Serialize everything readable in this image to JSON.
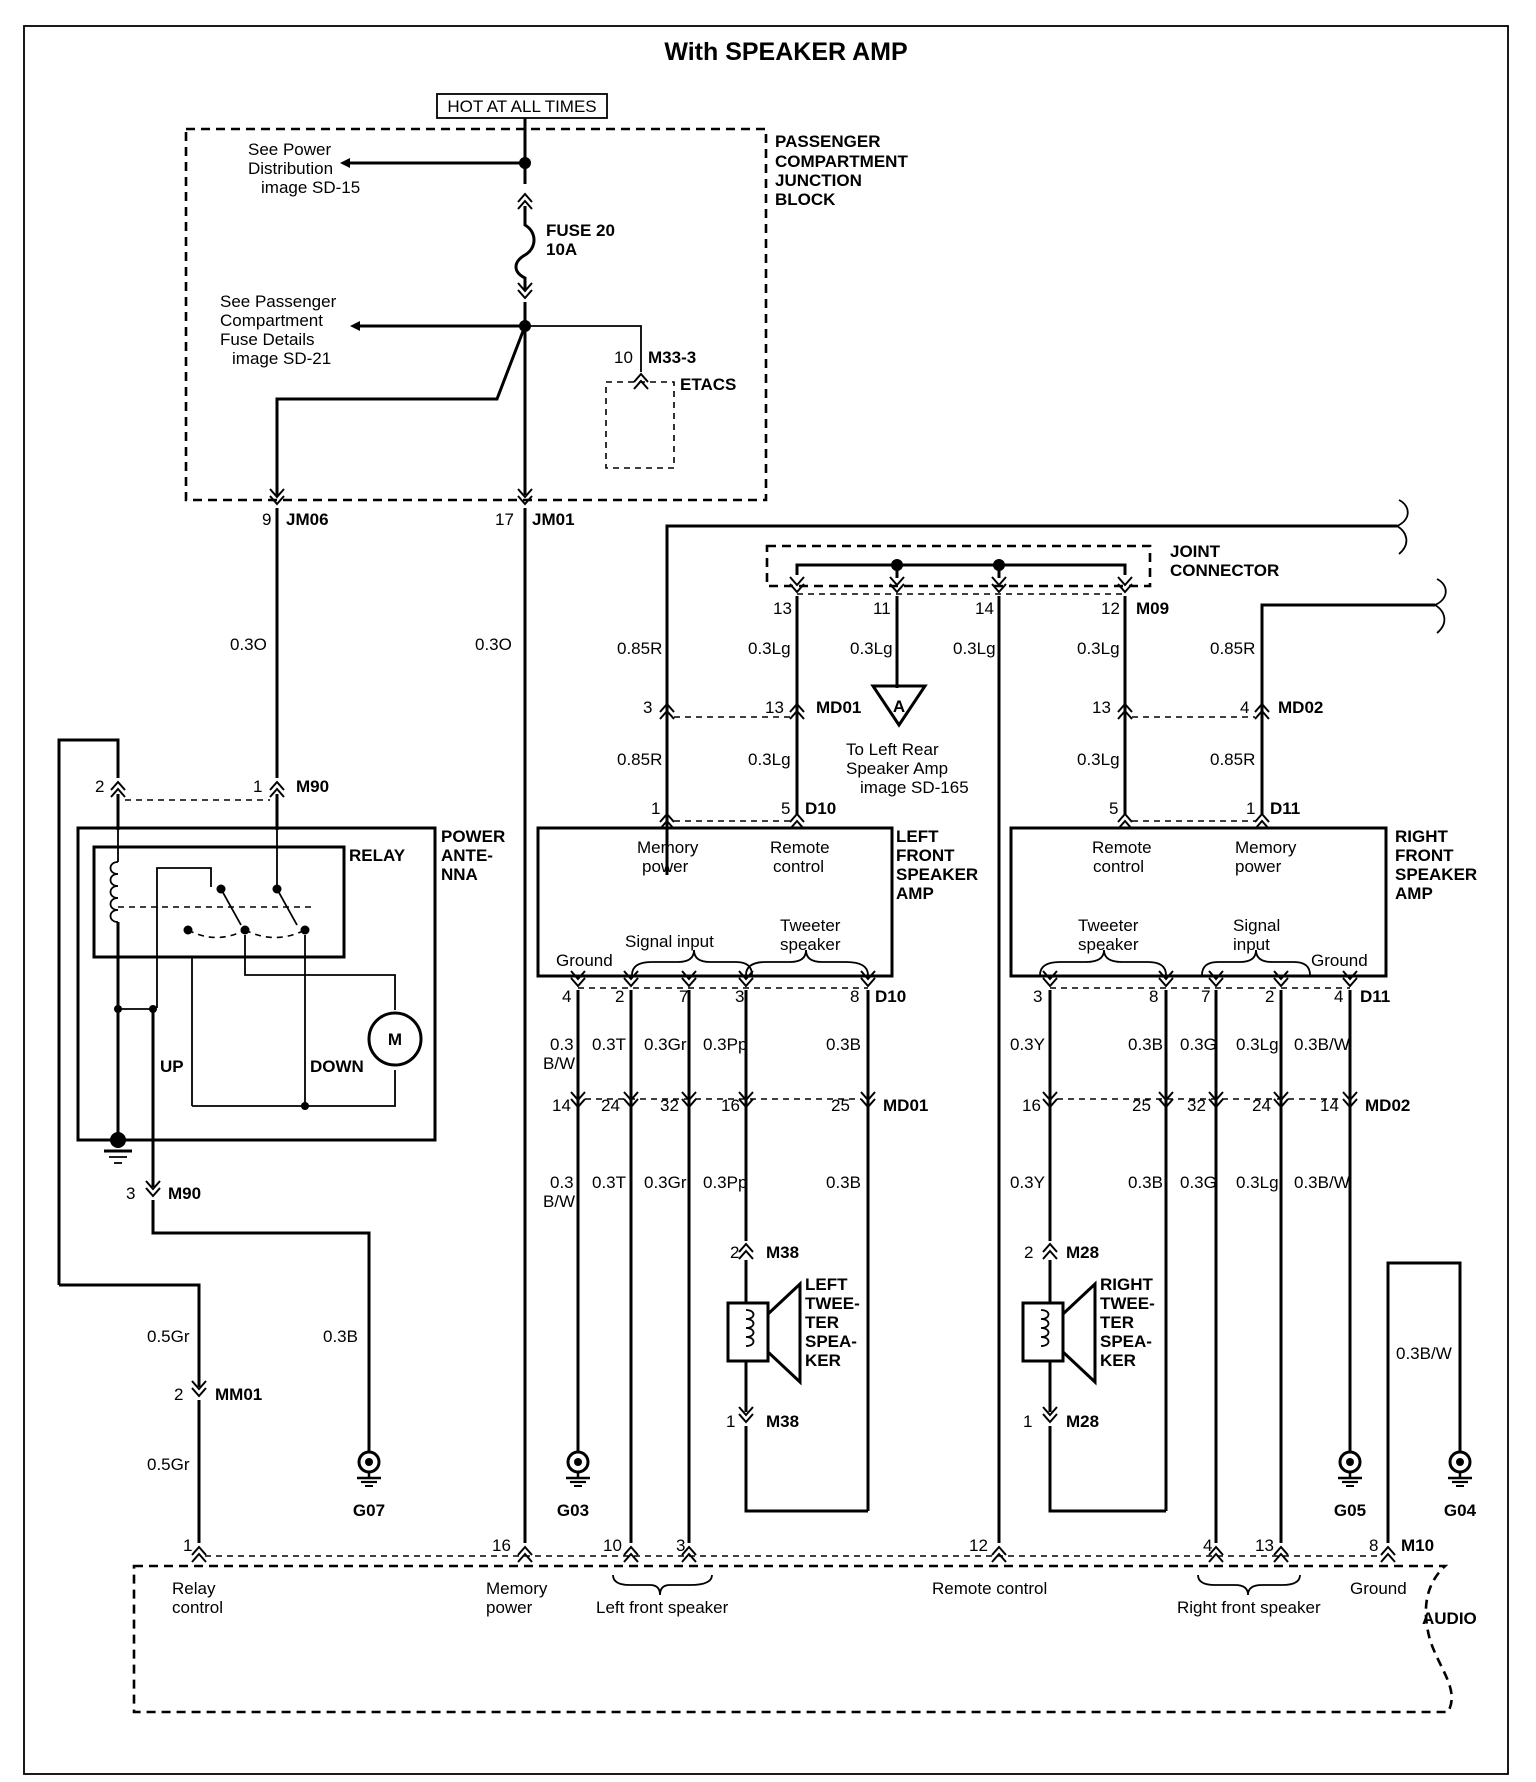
{
  "title": "With SPEAKER AMP",
  "hot_label": "HOT AT ALL TIMES",
  "pcjb": [
    "PASSENGER",
    "COMPARTMENT",
    "JUNCTION",
    "BLOCK"
  ],
  "see_power": [
    "See Power",
    "Distribution",
    "image SD-15"
  ],
  "fuse": [
    "FUSE 20",
    "10A"
  ],
  "see_fuse": [
    "See Passenger",
    "Compartment",
    "Fuse Details",
    "image SD-21"
  ],
  "etacs": {
    "pin": "10",
    "connector": "M33-3",
    "label": "ETACS"
  },
  "jm06": {
    "pin": "9",
    "connector": "JM06",
    "wire": "0.3O"
  },
  "jm01": {
    "pin": "17",
    "connector": "JM01",
    "wire": "0.3O"
  },
  "joint_connector": {
    "label": [
      "JOINT",
      "CONNECTOR"
    ],
    "connector": "M09",
    "pins": [
      "13",
      "11",
      "14",
      "12"
    ]
  },
  "ref_a": {
    "symbol": "A",
    "text": [
      "To Left Rear",
      "Speaker Amp",
      "image SD-165"
    ]
  },
  "power_antenna": {
    "label": [
      "POWER",
      "ANTE-",
      "NNA"
    ],
    "relay": "RELAY",
    "motor": "M",
    "up": "UP",
    "down": "DOWN",
    "m90_top": {
      "pin_left": "2",
      "pin_right": "1",
      "connector": "M90"
    },
    "m90_bottom": {
      "pin": "3",
      "connector": "M90"
    }
  },
  "left_amp": {
    "label": [
      "LEFT",
      "FRONT",
      "SPEAKER",
      "AMP"
    ],
    "top_pins": {
      "a": "1",
      "b": "5",
      "connector": "D10"
    },
    "memory_power": [
      "Memory",
      "power"
    ],
    "remote_control": [
      "Remote",
      "control"
    ],
    "ground": "Ground",
    "signal_input": "Signal input",
    "tweeter": [
      "Tweeter",
      "speaker"
    ],
    "bottom_pins": [
      "4",
      "2",
      "7",
      "3",
      "8"
    ],
    "bottom_connector": "D10",
    "md01_upper": {
      "left_pin": "3",
      "right_pin": "13",
      "connector": "MD01"
    }
  },
  "right_amp": {
    "label": [
      "RIGHT",
      "FRONT",
      "SPEAKER",
      "AMP"
    ],
    "top_pins": {
      "a": "5",
      "b": "1",
      "connector": "D11"
    },
    "remote_control": [
      "Remote",
      "control"
    ],
    "memory_power": [
      "Memory",
      "power"
    ],
    "tweeter": [
      "Tweeter",
      "speaker"
    ],
    "signal_input": [
      "Signal",
      "input"
    ],
    "ground": "Ground",
    "bottom_pins": [
      "3",
      "8",
      "7",
      "2",
      "4"
    ],
    "bottom_connector": "D11",
    "md02_upper": {
      "left_pin": "13",
      "right_pin": "4",
      "connector": "MD02"
    }
  },
  "wires_upper": {
    "l_mem": "0.85R",
    "l_rem": "0.3Lg",
    "a_wire": "0.3Lg",
    "remote": "0.3Lg",
    "r_rem": "0.3Lg",
    "r_mem": "0.85R"
  },
  "md01_lower": {
    "pins": [
      "14",
      "24",
      "32",
      "16",
      "25"
    ],
    "connector": "MD01"
  },
  "md02_lower": {
    "pins": [
      "16",
      "25",
      "32",
      "24",
      "14"
    ],
    "connector": "MD02"
  },
  "left_wires": [
    [
      "0.3",
      "B/W"
    ],
    [
      "0.3T"
    ],
    [
      "0.3Gr"
    ],
    [
      "0.3Pp"
    ],
    [
      "0.3B"
    ]
  ],
  "right_wires": [
    "0.3Y",
    "0.3B",
    "0.3G",
    "0.3Lg",
    "0.3B/W"
  ],
  "left_tweeter": {
    "label": [
      "LEFT",
      "TWEE-",
      "TER",
      "SPEA-",
      "KER"
    ],
    "connector": "M38",
    "pin_top": "2",
    "pin_bottom": "1"
  },
  "right_tweeter": {
    "label": [
      "RIGHT",
      "TWEE-",
      "TER",
      "SPEA-",
      "KER"
    ],
    "connector": "M28",
    "pin_top": "2",
    "pin_bottom": "1"
  },
  "mm01": {
    "pin": "2",
    "connector": "MM01",
    "wire": "0.5Gr"
  },
  "g07_wire": "0.3B",
  "g04_wire": "0.3B/W",
  "grounds": {
    "g07": "G07",
    "g03": "G03",
    "g05": "G05",
    "g04": "G04"
  },
  "audio": {
    "label": "AUDIO",
    "connector": "M10",
    "pins": [
      "1",
      "16",
      "10",
      "3",
      "12",
      "4",
      "13",
      "8"
    ],
    "relay_control": [
      "Relay",
      "control"
    ],
    "memory_power": [
      "Memory",
      "power"
    ],
    "left_front_speaker": "Left front speaker",
    "remote_control": "Remote control",
    "right_front_speaker": "Right front speaker",
    "ground": "Ground"
  }
}
